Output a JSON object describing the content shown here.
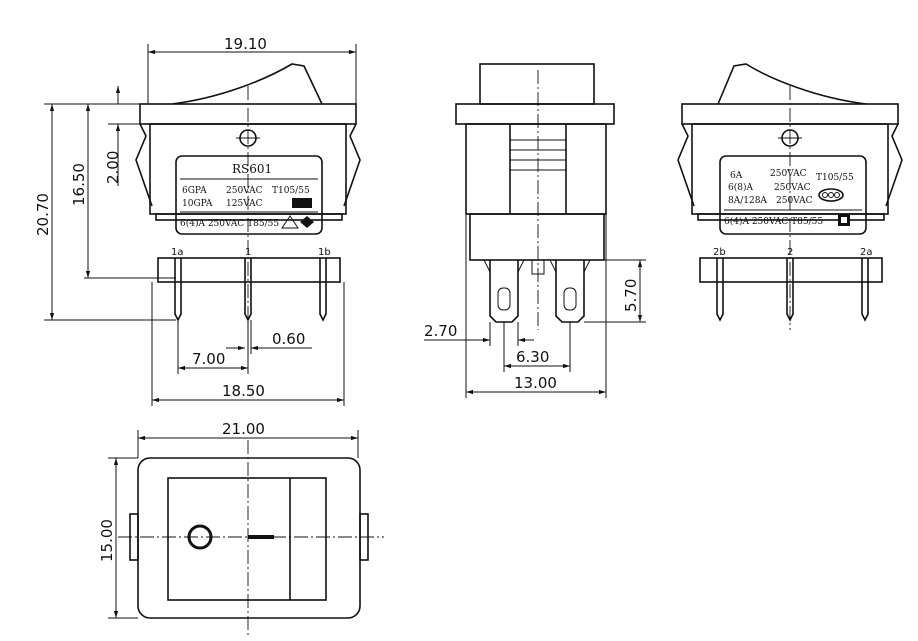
{
  "views": {
    "front": {
      "dims": {
        "width_top": "19.10",
        "height_total": "20.70",
        "height_body": "16.50",
        "height_cap": "2.00",
        "pin_spacing": "7.00",
        "pin_width": "0.60",
        "width_bottom": "18.50"
      },
      "label": {
        "model": "RS601",
        "row1_left": "6GPA",
        "row1_mid": "250VAC",
        "row1_right": "T105/55",
        "row2_left": "10GPA",
        "row2_mid": "125VAC",
        "row3": "6(4)A 250VAC T85/55"
      },
      "pins": [
        "1a",
        "1",
        "1b"
      ]
    },
    "side": {
      "dims": {
        "pin_height": "5.70",
        "pin_width": "2.70",
        "pin_spacing": "6.30",
        "width": "13.00"
      }
    },
    "back": {
      "label": {
        "row1_left": "6A",
        "row1_mid": "250VAC",
        "row1_right": "T105/55",
        "row2_left": "6(8)A",
        "row2_mid": "250VAC",
        "row3_left": "8A/128A",
        "row3_mid": "250VAC",
        "row4": "6(4)A 250VAC T85/55"
      },
      "pins": [
        "2b",
        "2",
        "2a"
      ]
    },
    "top": {
      "dims": {
        "width": "21.00",
        "height": "15.00"
      }
    }
  }
}
